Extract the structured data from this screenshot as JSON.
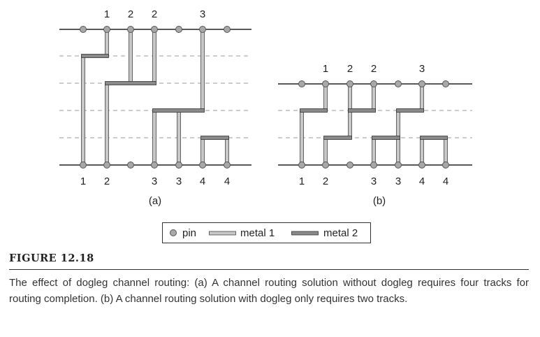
{
  "panel_a": {
    "caption": "(a)",
    "top_pin_labels": [
      "1",
      "2",
      "2",
      "3"
    ],
    "bottom_pin_labels": [
      "1",
      "2",
      "3",
      "3",
      "4",
      "4"
    ]
  },
  "panel_b": {
    "caption": "(b)",
    "top_pin_labels": [
      "1",
      "2",
      "2",
      "3"
    ],
    "bottom_pin_labels": [
      "1",
      "2",
      "3",
      "3",
      "4",
      "4"
    ]
  },
  "legend": {
    "pin_label": "pin",
    "metal1_label": "metal 1",
    "metal2_label": "metal 2"
  },
  "figure": {
    "title": "FIGURE 12.18",
    "caption": "The effect of dogleg channel routing: (a) A channel routing solution without dogleg requires four tracks for routing completion. (b) A channel routing solution with dogleg only requires two tracks."
  },
  "colors": {
    "pin_fill": "#a8a8a8",
    "pin_stroke": "#555555",
    "metal1_fill": "#c8c8c8",
    "metal2_fill": "#8a8a8a",
    "track_dash": "#999999",
    "boundary": "#222222"
  }
}
